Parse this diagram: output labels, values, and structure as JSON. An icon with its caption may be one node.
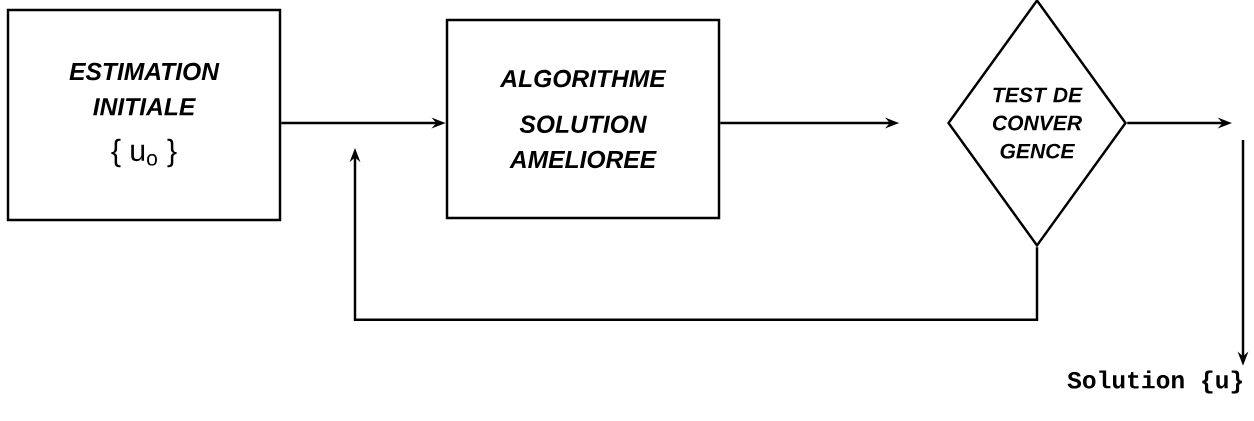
{
  "diagram": {
    "nodes": [
      {
        "text": [
          "ESTIMATION INITIALE",
          "{ u$_{o}$ }"
        ]
      },
      {
        "text": [
          "ALGORITHME",
          "SOLUTION AMELIOREE"
        ]
      },
      {
        "text": [
          "TEST DE CONVER GENCE"
        ]
      },
      {
        "text": [
          "Solution {u}"
        ]
      }
    ],
    "edges": [
      {
        "from": 0,
        "to": 1,
        "arrow": "to"
      },
      {
        "from": 1,
        "to": 2,
        "arrow": "to"
      },
      {
        "from": 2,
        "to": null,
        "arrow": "to"
      },
      {
        "from": 2,
        "to": null,
        "arrow": "to"
      },
      {
        "from": null,
        "to": 3,
        "arrow": "to"
      }
    ]
  }
}
